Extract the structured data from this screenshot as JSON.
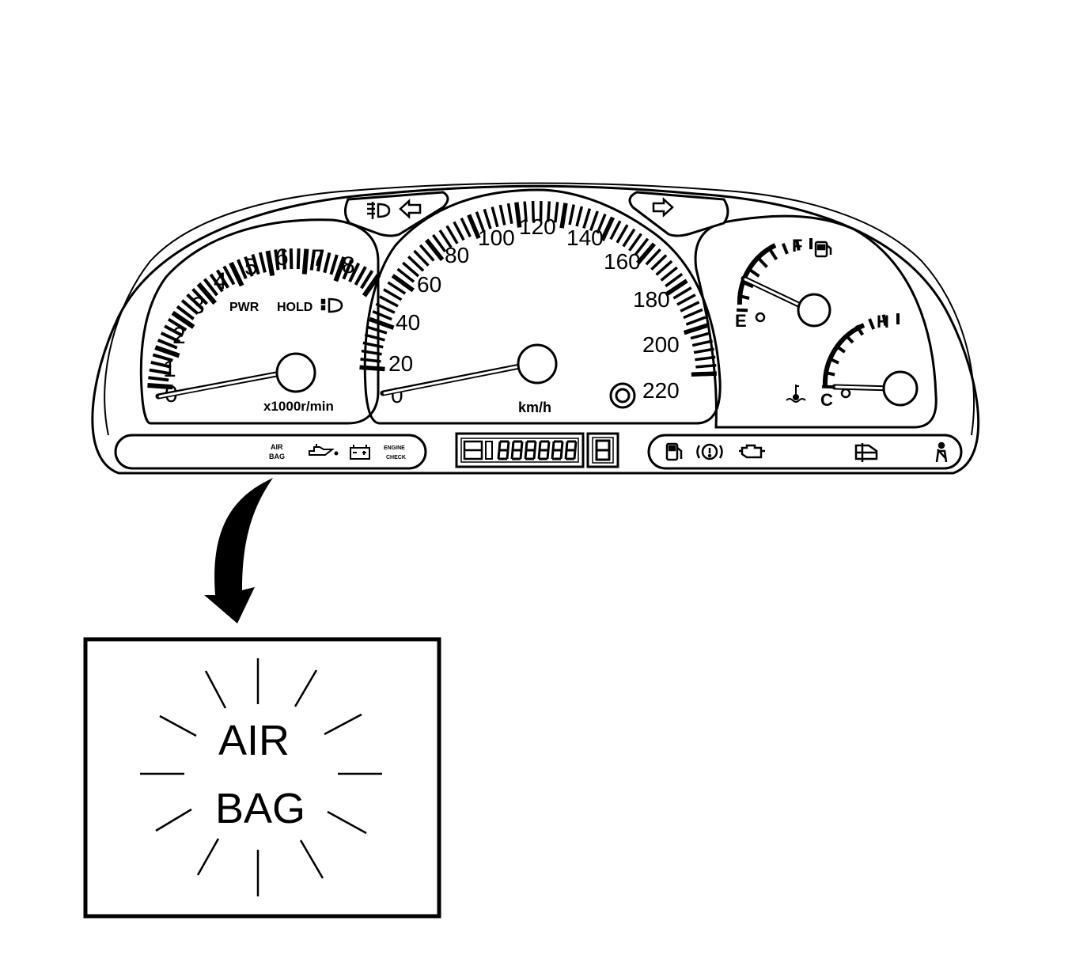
{
  "tachometer": {
    "numbers": [
      "0",
      "1",
      "2",
      "3",
      "4",
      "5",
      "6",
      "7",
      "8"
    ],
    "unit": "x1000r/min",
    "indicators": {
      "pwr": "PWR",
      "hold": "HOLD"
    }
  },
  "speedometer": {
    "numbers": [
      "0",
      "20",
      "40",
      "60",
      "80",
      "100",
      "120",
      "140",
      "160",
      "180",
      "200",
      "220"
    ],
    "unit": "km/h"
  },
  "fuel_gauge": {
    "full": "F",
    "empty": "E"
  },
  "temp_gauge": {
    "hot": "H",
    "cold": "C"
  },
  "warning_lights": {
    "airbag": [
      "AIR",
      "BAG"
    ],
    "engine": [
      "ENGINE",
      "CHECK"
    ]
  },
  "callout": {
    "line1": "AIR",
    "line2": "BAG"
  }
}
